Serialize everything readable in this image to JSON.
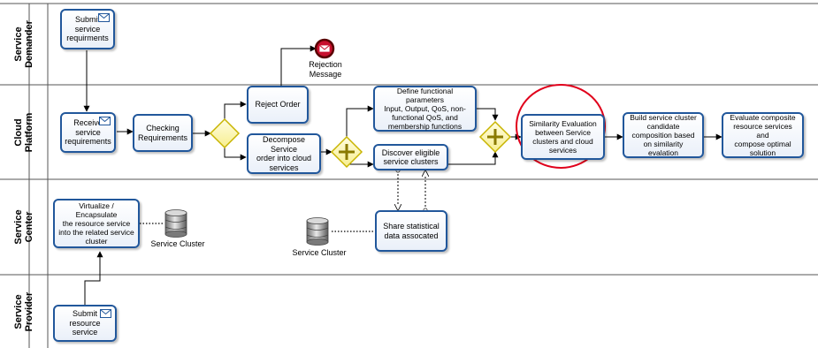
{
  "lanes": [
    {
      "label": "Service\nDemander"
    },
    {
      "label": "Cloud Platform"
    },
    {
      "label": "Service Center"
    },
    {
      "label": "Service Provider"
    }
  ],
  "tasks": {
    "submit_requirements": "Submit\nservice\nrequirments",
    "receive_requirements": "Receive\nservice\nrequirements",
    "checking": "Checking\nRequirements",
    "reject_order": "Reject Order",
    "decompose": "Decompose Service\norder into cloud\nservices",
    "define_params": "Define functional parameters\nInput, Output, QoS, non-\nfunctional QoS, and\nmembership functions",
    "discover": "Discover eligible\nservice clusters",
    "similarity": "Similarity Evaluation\nbetween Service\nclusters and cloud\nservices",
    "build_cluster": "Build service cluster\ncandidate\ncomposition based\non similarity evalation",
    "evaluate": "Evaluate composite\nresource services and\ncompose optimal\nsolution",
    "virtualize": "Virtualize / Encapsulate\nthe resource service\ninto the related service\ncluster",
    "share_stats": "Share statistical\ndata assocated",
    "submit_resource": "Submit\nresource service"
  },
  "events": {
    "rejection_message": "Rejection\nMessage"
  },
  "data_stores": {
    "cluster_1": "Service Cluster",
    "cluster_2": "Service Cluster"
  },
  "colors": {
    "task_border": "#21579b",
    "gateway_fill": "#fdf8c4",
    "gateway_border": "#c8b400",
    "end_event": "#c8102e",
    "highlight": "#e0001b"
  }
}
